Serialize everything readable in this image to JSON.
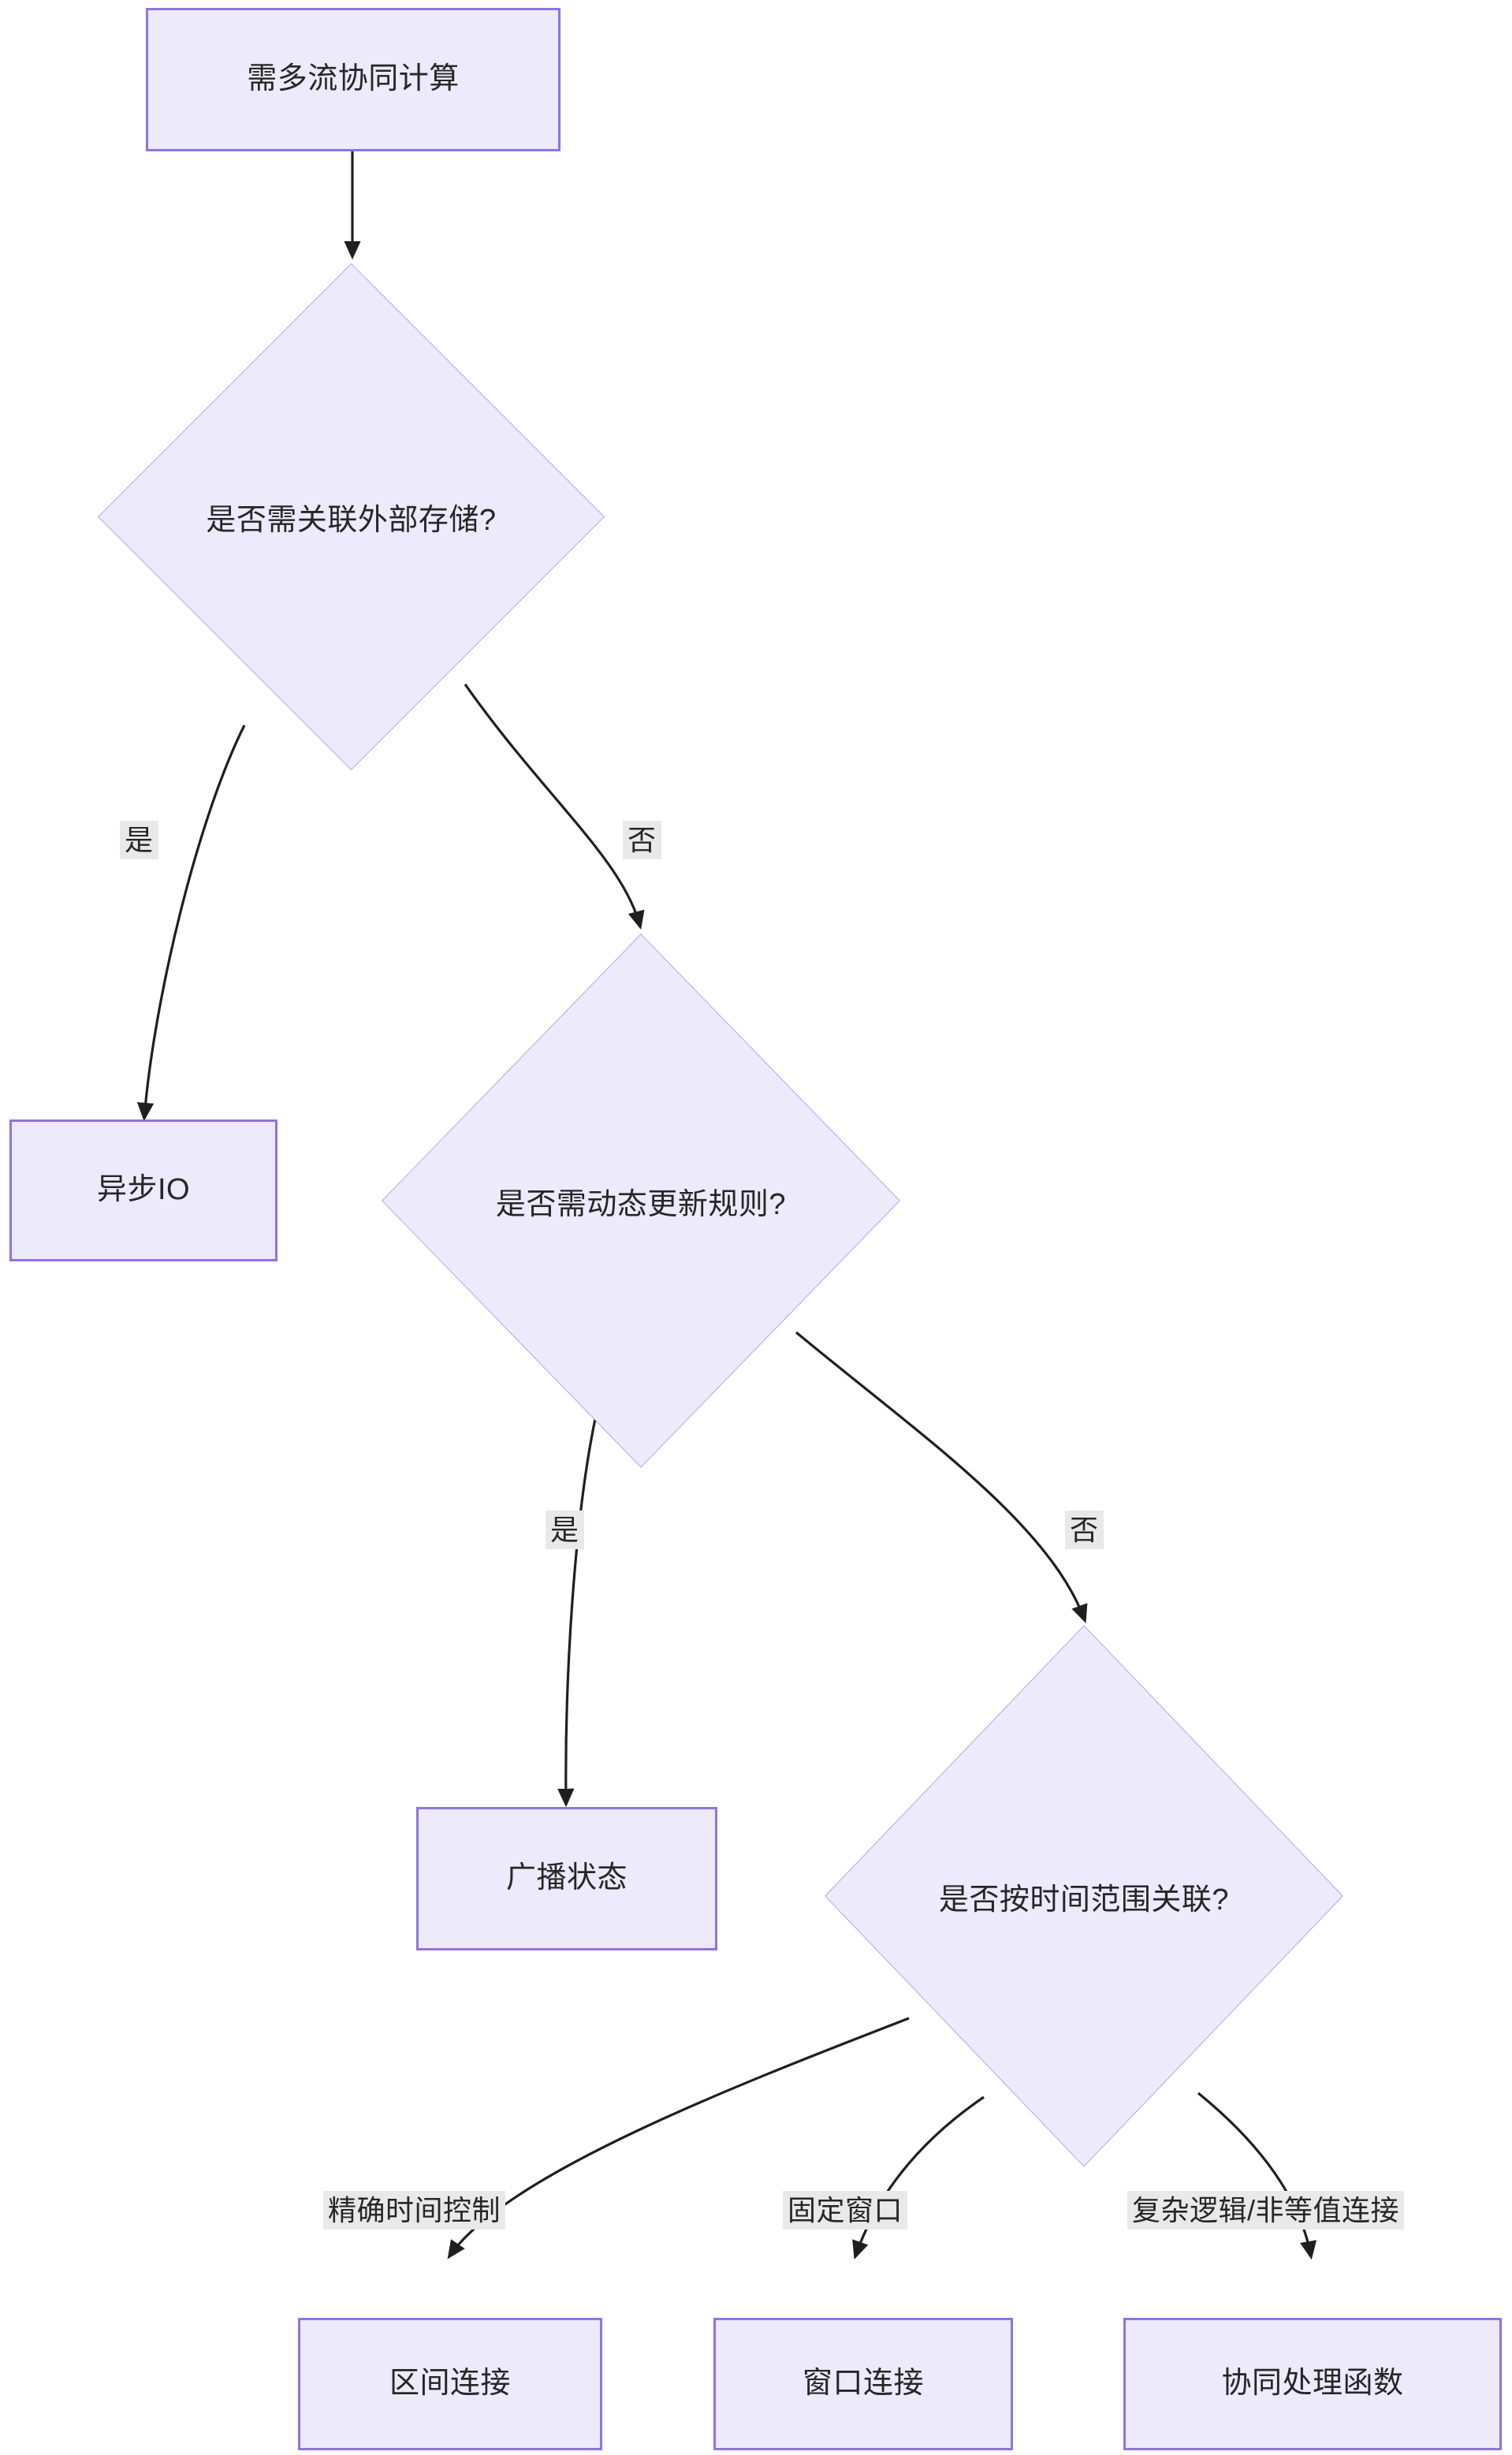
{
  "diagram": {
    "type": "flowchart",
    "title": "需多流协同计算",
    "theme": {
      "node_fill": "#ECEAFB",
      "node_stroke": "#9173E0",
      "edge_stroke": "#1f1f1f",
      "label_bg": "#E9E9E9",
      "text_color": "#262626",
      "background": "#ffffff"
    },
    "nodes": [
      {
        "id": "start",
        "shape": "rect",
        "label": "需多流协同计算"
      },
      {
        "id": "d1",
        "shape": "diamond",
        "label": "是否需关联外部存储?"
      },
      {
        "id": "asyncio",
        "shape": "rect",
        "label": "异步IO"
      },
      {
        "id": "d2",
        "shape": "diamond",
        "label": "是否需动态更新规则?"
      },
      {
        "id": "broadcast",
        "shape": "rect",
        "label": "广播状态"
      },
      {
        "id": "d3",
        "shape": "diamond",
        "label": "是否按时间范围关联?"
      },
      {
        "id": "interval",
        "shape": "rect",
        "label": "区间连接"
      },
      {
        "id": "window",
        "shape": "rect",
        "label": "窗口连接"
      },
      {
        "id": "coprocess",
        "shape": "rect",
        "label": "协同处理函数"
      }
    ],
    "edges": [
      {
        "from": "start",
        "to": "d1",
        "label": ""
      },
      {
        "from": "d1",
        "to": "asyncio",
        "label": "是"
      },
      {
        "from": "d1",
        "to": "d2",
        "label": "否"
      },
      {
        "from": "d2",
        "to": "broadcast",
        "label": "是"
      },
      {
        "from": "d2",
        "to": "d3",
        "label": "否"
      },
      {
        "from": "d3",
        "to": "interval",
        "label": "精确时间控制"
      },
      {
        "from": "d3",
        "to": "window",
        "label": "固定窗口"
      },
      {
        "from": "d3",
        "to": "coprocess",
        "label": "复杂逻辑/非等值连接"
      }
    ]
  }
}
